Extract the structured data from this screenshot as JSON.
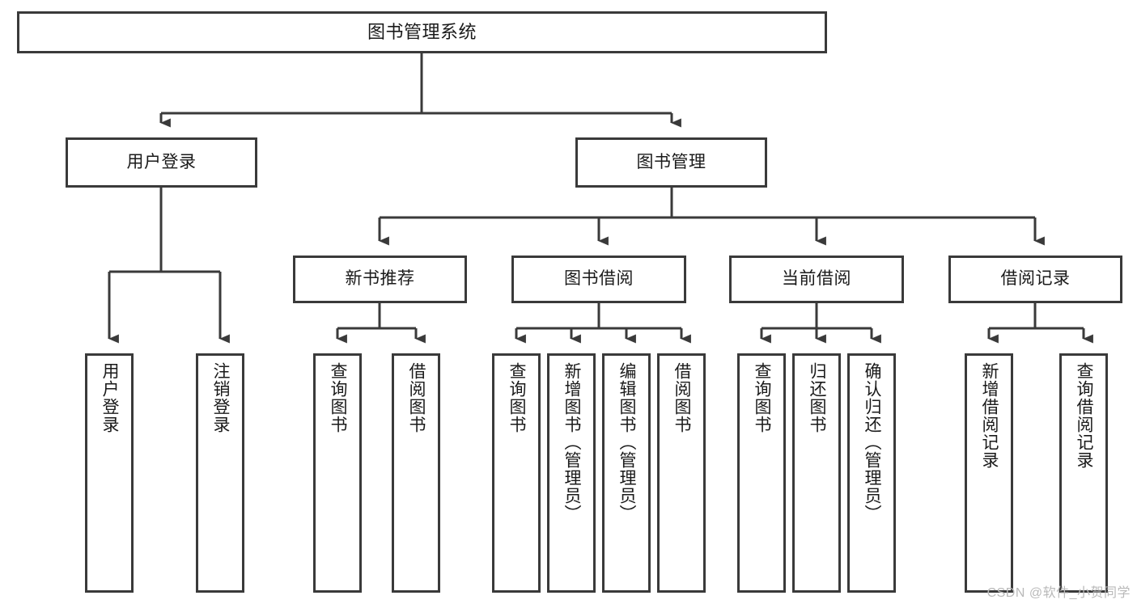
{
  "diagram": {
    "title": "图书管理系统",
    "type": "hierarchy-tree",
    "watermark": "CSDN @软件_小贺同学",
    "colors": {
      "border": "#3a3a3a",
      "background": "#ffffff",
      "text": "#1a1a1a",
      "watermark": "#b9b9b9"
    },
    "nodes": {
      "root": {
        "label": "图书管理系统",
        "level": 1
      },
      "l2": [
        {
          "id": "user-login",
          "label": "用户登录",
          "level": 2
        },
        {
          "id": "book-manage",
          "label": "图书管理",
          "level": 2
        }
      ],
      "l3": [
        {
          "id": "new-book-rec",
          "label": "新书推荐",
          "level": 3,
          "parent": "book-manage"
        },
        {
          "id": "book-borrow",
          "label": "图书借阅",
          "level": 3,
          "parent": "book-manage"
        },
        {
          "id": "current-borrow",
          "label": "当前借阅",
          "level": 3,
          "parent": "book-manage"
        },
        {
          "id": "borrow-record",
          "label": "借阅记录",
          "level": 3,
          "parent": "book-manage"
        }
      ],
      "leaves": {
        "user_login": [
          {
            "id": "leaf-user-login",
            "label": "用户登录"
          },
          {
            "id": "leaf-logout",
            "label": "注销登录"
          }
        ],
        "new_book_rec": [
          {
            "id": "leaf-query-book-1",
            "label": "查询图书"
          },
          {
            "id": "leaf-borrow-book-1",
            "label": "借阅图书"
          }
        ],
        "book_borrow": [
          {
            "id": "leaf-query-book-2",
            "label": "查询图书"
          },
          {
            "id": "leaf-add-book",
            "label": "新增图书（管理员）"
          },
          {
            "id": "leaf-edit-book",
            "label": "编辑图书（管理员）"
          },
          {
            "id": "leaf-borrow-book-2",
            "label": "借阅图书"
          }
        ],
        "current_borrow": [
          {
            "id": "leaf-query-book-3",
            "label": "查询图书"
          },
          {
            "id": "leaf-return-book",
            "label": "归还图书"
          },
          {
            "id": "leaf-confirm-return",
            "label": "确认归还（管理员）"
          }
        ],
        "borrow_record": [
          {
            "id": "leaf-add-record",
            "label": "新增借阅记录"
          },
          {
            "id": "leaf-query-record",
            "label": "查询借阅记录"
          }
        ]
      }
    }
  }
}
